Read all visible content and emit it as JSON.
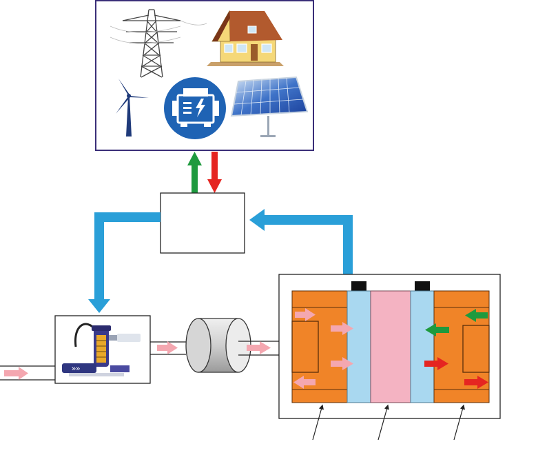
{
  "diagram": {
    "grid_panel": {
      "icons": [
        "transmission-tower-icon",
        "house-icon",
        "wind-turbine-icon",
        "generator-icon",
        "solar-panel-icon"
      ]
    },
    "controller_box": {},
    "pump_unit": {
      "badge": "»»",
      "icon": "pump-icon"
    },
    "filter_cylinder": {
      "icon": "filter-icon"
    },
    "cell_stack": {
      "layers": [
        "electrode-left",
        "membrane-left",
        "separator",
        "membrane-right",
        "electrode-right"
      ]
    },
    "colors": {
      "flow_blue": "#2a9fd8",
      "power_green": "#1e9a3e",
      "power_red": "#e52521",
      "inlet_pink": "#f4a7b0",
      "electrode_orange": "#f08428",
      "membrane_blue": "#a9d8f0",
      "separator_pink": "#f4b3c2",
      "frame_navy": "#3a2e78",
      "generator_blue": "#1f63b4"
    }
  }
}
